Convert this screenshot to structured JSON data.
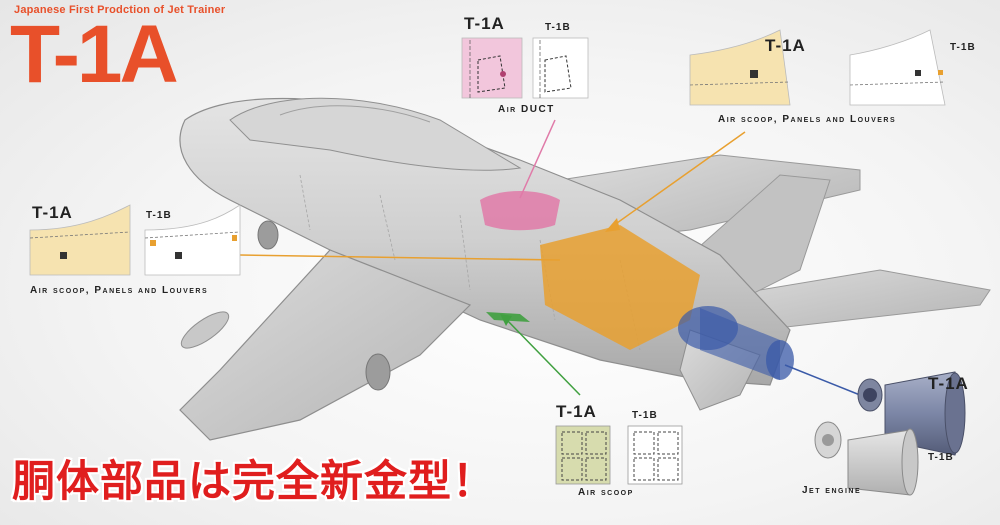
{
  "header": {
    "subtitle": "Japanese First Prodction of Jet Trainer",
    "title": "T-1A"
  },
  "callouts": {
    "air_duct": {
      "label_a": "T-1A",
      "label_b": "T-1B",
      "caption": "Air DUCT",
      "color": "#e07aa8"
    },
    "air_scoop_top": {
      "label_a": "T-1A",
      "label_b": "T-1B",
      "caption": "Air scoop, Panels and Louvers",
      "color": "#e8a030"
    },
    "air_scoop_left": {
      "label_a": "T-1A",
      "label_b": "T-1B",
      "caption": "Air scoop, Panels and Louvers",
      "color": "#e8a030"
    },
    "air_scoop_bottom": {
      "label_a": "T-1A",
      "label_b": "T-1B",
      "caption": "Air scoop",
      "color": "#40a040"
    },
    "jet_engine": {
      "label_a": "T-1A",
      "label_b": "T-1B",
      "caption": "Jet engine",
      "color": "#3a5aa8"
    }
  },
  "headline": "胴体部品は完全新金型！"
}
